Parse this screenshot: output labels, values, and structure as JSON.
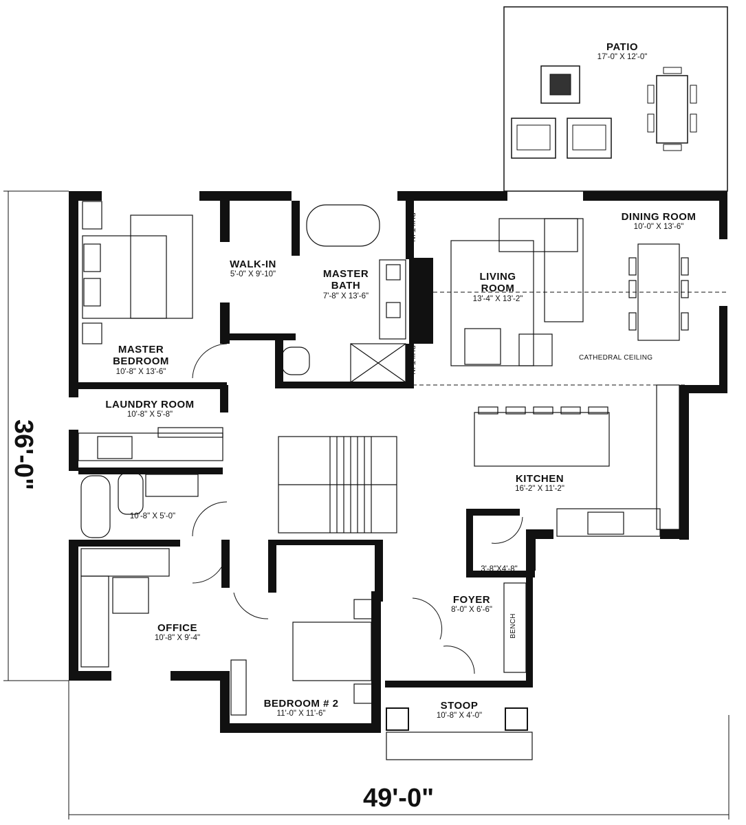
{
  "rooms": {
    "patio": {
      "name": "PATIO",
      "dims": "17'-0\" X 12'-0\""
    },
    "dining": {
      "name": "DINING ROOM",
      "dims": "10'-0\" X 13'-6\""
    },
    "living": {
      "name1": "LIVING",
      "name2": "ROOM",
      "dims": "13'-4\" X 13'-2\""
    },
    "master_bath": {
      "name1": "MASTER",
      "name2": "BATH",
      "dims": "7'-8\" X 13'-6\""
    },
    "walk_in": {
      "name": "WALK-IN",
      "dims": "5'-0\" X 9'-10\""
    },
    "master_bedroom": {
      "name1": "MASTER",
      "name2": "BEDROOM",
      "dims": "10'-8\" X 13'-6\""
    },
    "laundry": {
      "name": "LAUNDRY ROOM",
      "dims": "10'-8\" X 5'-8\""
    },
    "bath2": {
      "dims": "10'-8\" X 5'-0\""
    },
    "kitchen": {
      "name": "KITCHEN",
      "dims": "16'-2\" X 11'-2\""
    },
    "pantry": {
      "dims": "3'-8\"X4'-8\""
    },
    "foyer": {
      "name": "FOYER",
      "dims": "8'-0\" X 6'-6\""
    },
    "office": {
      "name": "OFFICE",
      "dims": "10'-8\" X 9'-4\""
    },
    "bedroom2": {
      "name": "BEDROOM # 2",
      "dims": "11'-0\" X 11'-6\""
    },
    "stoop": {
      "name": "STOOP",
      "dims": "10'-8\" X 4'-0\""
    }
  },
  "notes": {
    "built_in_top": "BUILT-IN",
    "built_in_bottom": "BUILT-IN",
    "cathedral": "CATHEDRAL CEILING",
    "bench": "BENCH"
  },
  "overall": {
    "width": "49'-0\"",
    "depth": "36'-0\""
  }
}
